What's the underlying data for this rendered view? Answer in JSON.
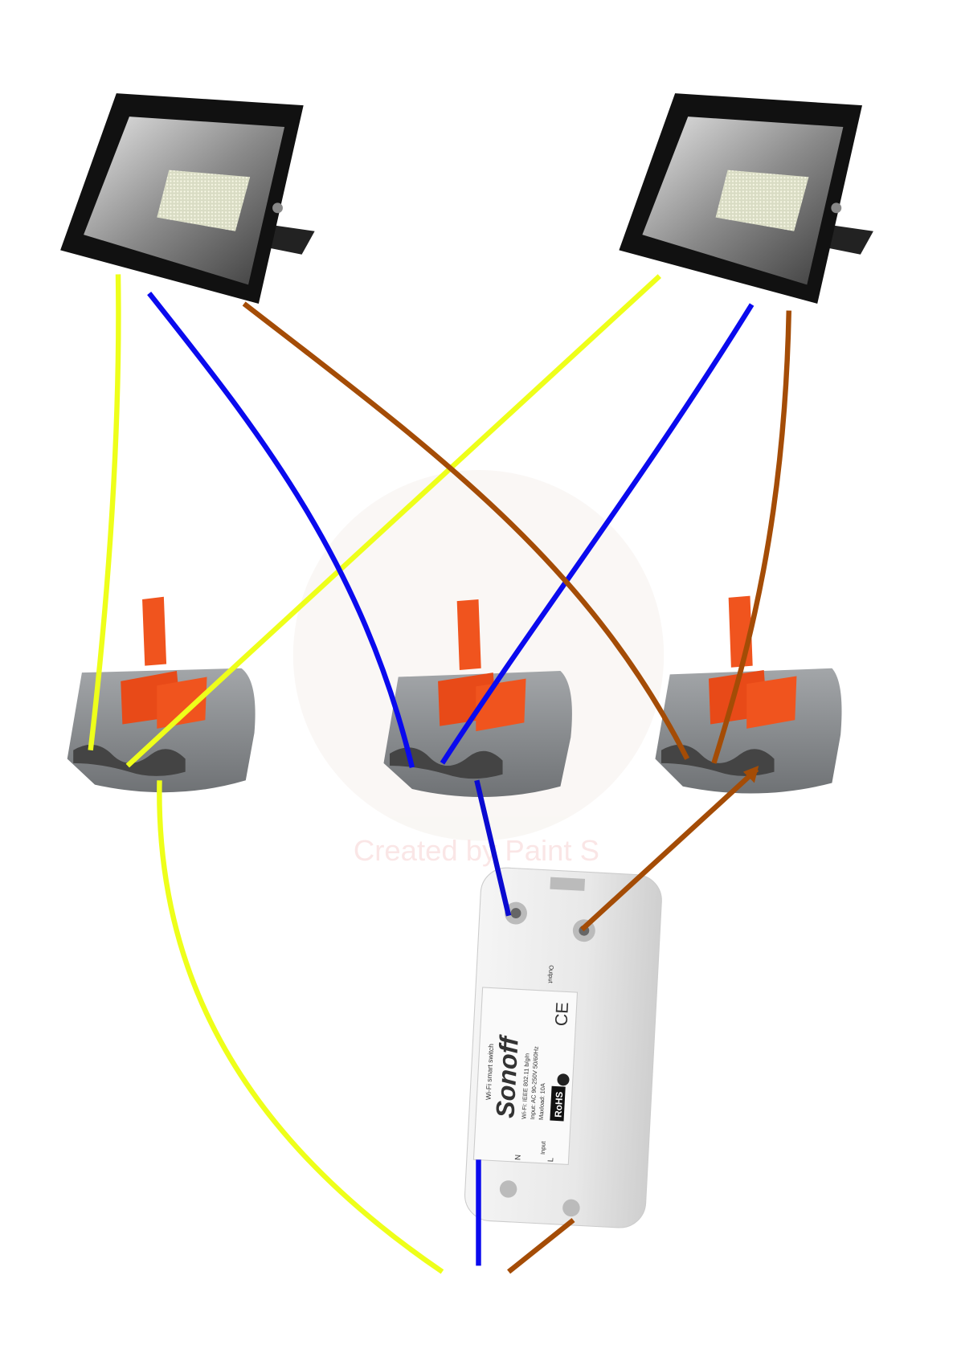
{
  "watermark": "Created by Paint S",
  "sonoff": {
    "brand": "Sonoff",
    "subtitle": "Wi-Fi smart switch",
    "spec_wifi": "Wi-Fi: IEEE 802.11 b/g/n",
    "spec_input": "Input: AC 90-250V 50/60Hz",
    "spec_maxload": "Maxload: 10A",
    "output_label": "Output",
    "input_label": "Input",
    "neutral": "N",
    "live": "L",
    "rohs": "RoHS",
    "ce": "CE"
  },
  "colors": {
    "earth": "#eeff1a",
    "neutral": "#0a0aee",
    "live": "#a44c06",
    "lever": "#f0541e",
    "connector": "#8a8d90"
  }
}
